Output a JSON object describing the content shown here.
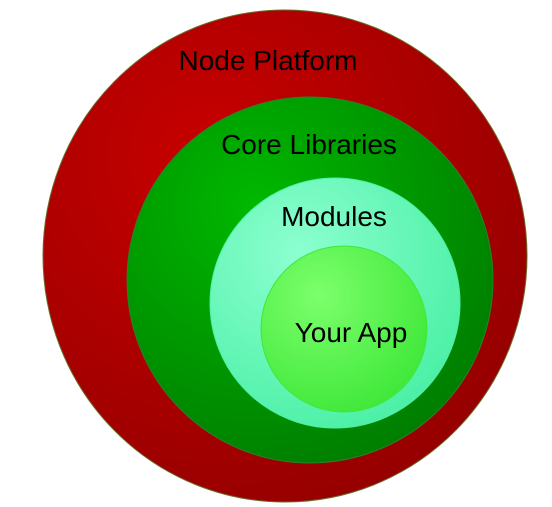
{
  "layers": [
    {
      "id": "node-platform",
      "label": "Node Platform",
      "color_light": "#c80000",
      "color_dark": "#960000",
      "stroke": "#6a6a2a"
    },
    {
      "id": "core-libraries",
      "label": "Core Libraries",
      "color_light": "#00b800",
      "color_dark": "#007e00",
      "stroke": "#2e7e2e"
    },
    {
      "id": "modules",
      "label": "Modules",
      "color_light": "#8cffd0",
      "color_dark": "#4cf0a6",
      "stroke": "#4cf0a6"
    },
    {
      "id": "your-app",
      "label": "Your App",
      "color_light": "#7cff6c",
      "color_dark": "#40e83a",
      "stroke": "#40e83a"
    }
  ]
}
